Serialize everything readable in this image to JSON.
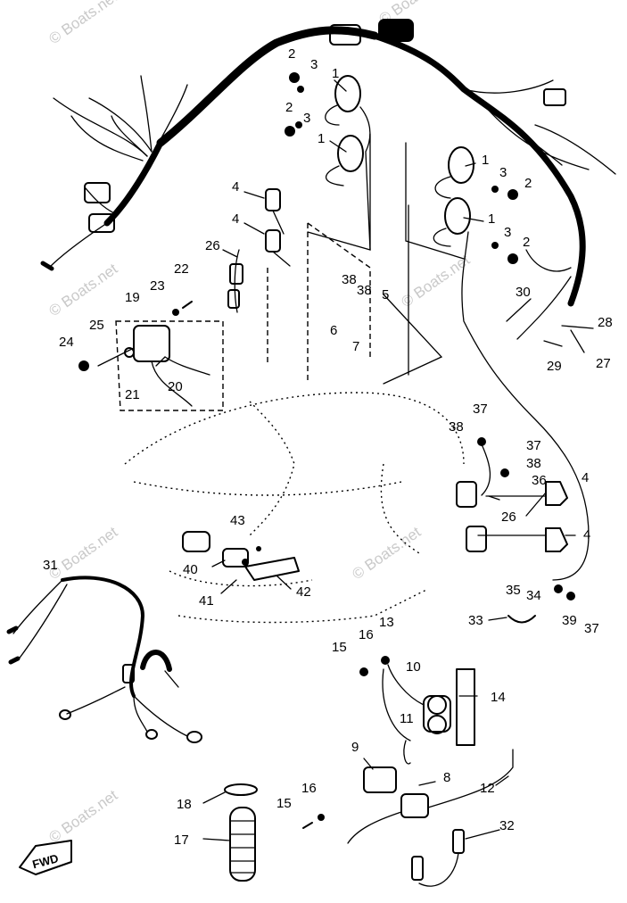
{
  "watermarks": [
    "© Boats.net",
    "© Boats.net",
    "© Boats.net",
    "© Boats.net",
    "© Boats.net",
    "© Boats.net",
    "© Boats.net"
  ],
  "fwd_label": "FWD",
  "callouts": [
    "1",
    "1",
    "1",
    "1",
    "2",
    "2",
    "2",
    "2",
    "3",
    "3",
    "3",
    "3",
    "4",
    "4",
    "4",
    "4",
    "5",
    "6",
    "7",
    "8",
    "9",
    "10",
    "11",
    "12",
    "13",
    "14",
    "15",
    "15",
    "16",
    "16",
    "17",
    "18",
    "19",
    "20",
    "21",
    "22",
    "23",
    "24",
    "25",
    "26",
    "26",
    "27",
    "28",
    "29",
    "30",
    "31",
    "32",
    "33",
    "34",
    "35",
    "36",
    "37",
    "37",
    "37",
    "38",
    "38",
    "38",
    "38",
    "39",
    "40",
    "41",
    "42",
    "43"
  ]
}
